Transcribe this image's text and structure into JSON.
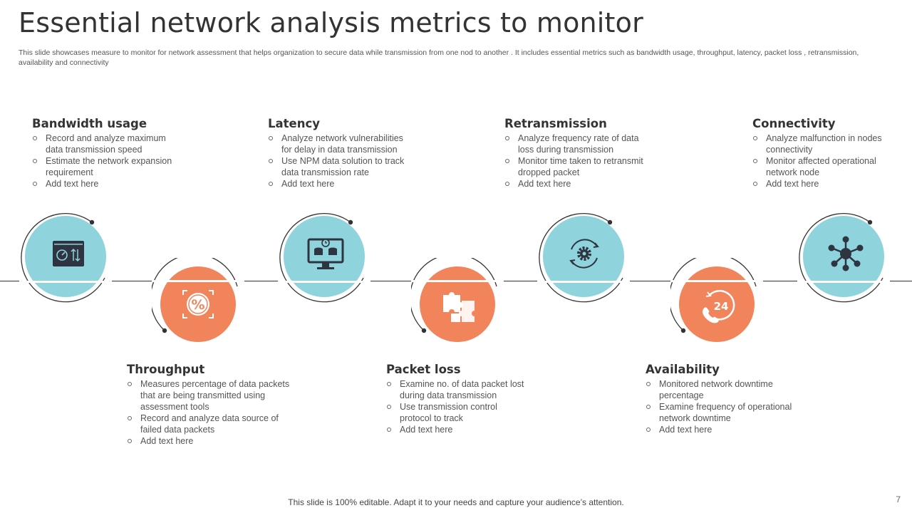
{
  "title": "Essential network analysis metrics to monitor",
  "subtitle": "This slide showcases measure to monitor for network assessment that helps organization to secure data while transmission from one nod to another .  It includes  essential metrics such as bandwidth usage, throughput, latency, packet loss , retransmission, availability  and connectivity",
  "colors": {
    "teal": "#8fd3dc",
    "orange": "#f2845c",
    "icon_dark": "#2e3440",
    "line": "#333333"
  },
  "metrics": [
    {
      "title": "Bandwidth usage",
      "icon": "dashboard-speed-icon",
      "bullets": [
        "Record and analyze maximum data transmission speed",
        "Estimate the network expansion requirement",
        "Add text here"
      ]
    },
    {
      "title": "Throughput",
      "icon": "percentage-icon",
      "bullets": [
        "Measures percentage of data packets that are being transmitted using assessment tools",
        "Record and analyze data source of failed data packets",
        "Add text here"
      ]
    },
    {
      "title": "Latency",
      "icon": "monitor-database-clock-icon",
      "bullets": [
        "Analyze network vulnerabilities  for delay in data transmission",
        "Use NPM data solution to track  data transmission rate",
        "Add text here"
      ]
    },
    {
      "title": "Packet loss",
      "icon": "puzzle-icon",
      "bullets": [
        "Examine no. of data packet lost during data transmission",
        "Use transmission control protocol to track",
        "Add text here"
      ]
    },
    {
      "title": "Retransmission",
      "icon": "gear-cycle-icon",
      "bullets": [
        "Analyze frequency  rate of data loss during transmission",
        "Monitor time taken to retransmit dropped  packet",
        "Add text here"
      ]
    },
    {
      "title": "Availability",
      "icon": "phone-24-icon",
      "bullets": [
        "Monitored network downtime percentage",
        "Examine frequency  of operational network downtime",
        "Add text here"
      ]
    },
    {
      "title": "Connectivity",
      "icon": "network-hub-icon",
      "bullets": [
        "Analyze malfunction in nodes connectivity",
        "Monitor affected operational network  node",
        "Add text here"
      ]
    }
  ],
  "footer": "This slide is 100% editable. Adapt it to your needs and capture your audience’s attention.",
  "page_number": "7"
}
